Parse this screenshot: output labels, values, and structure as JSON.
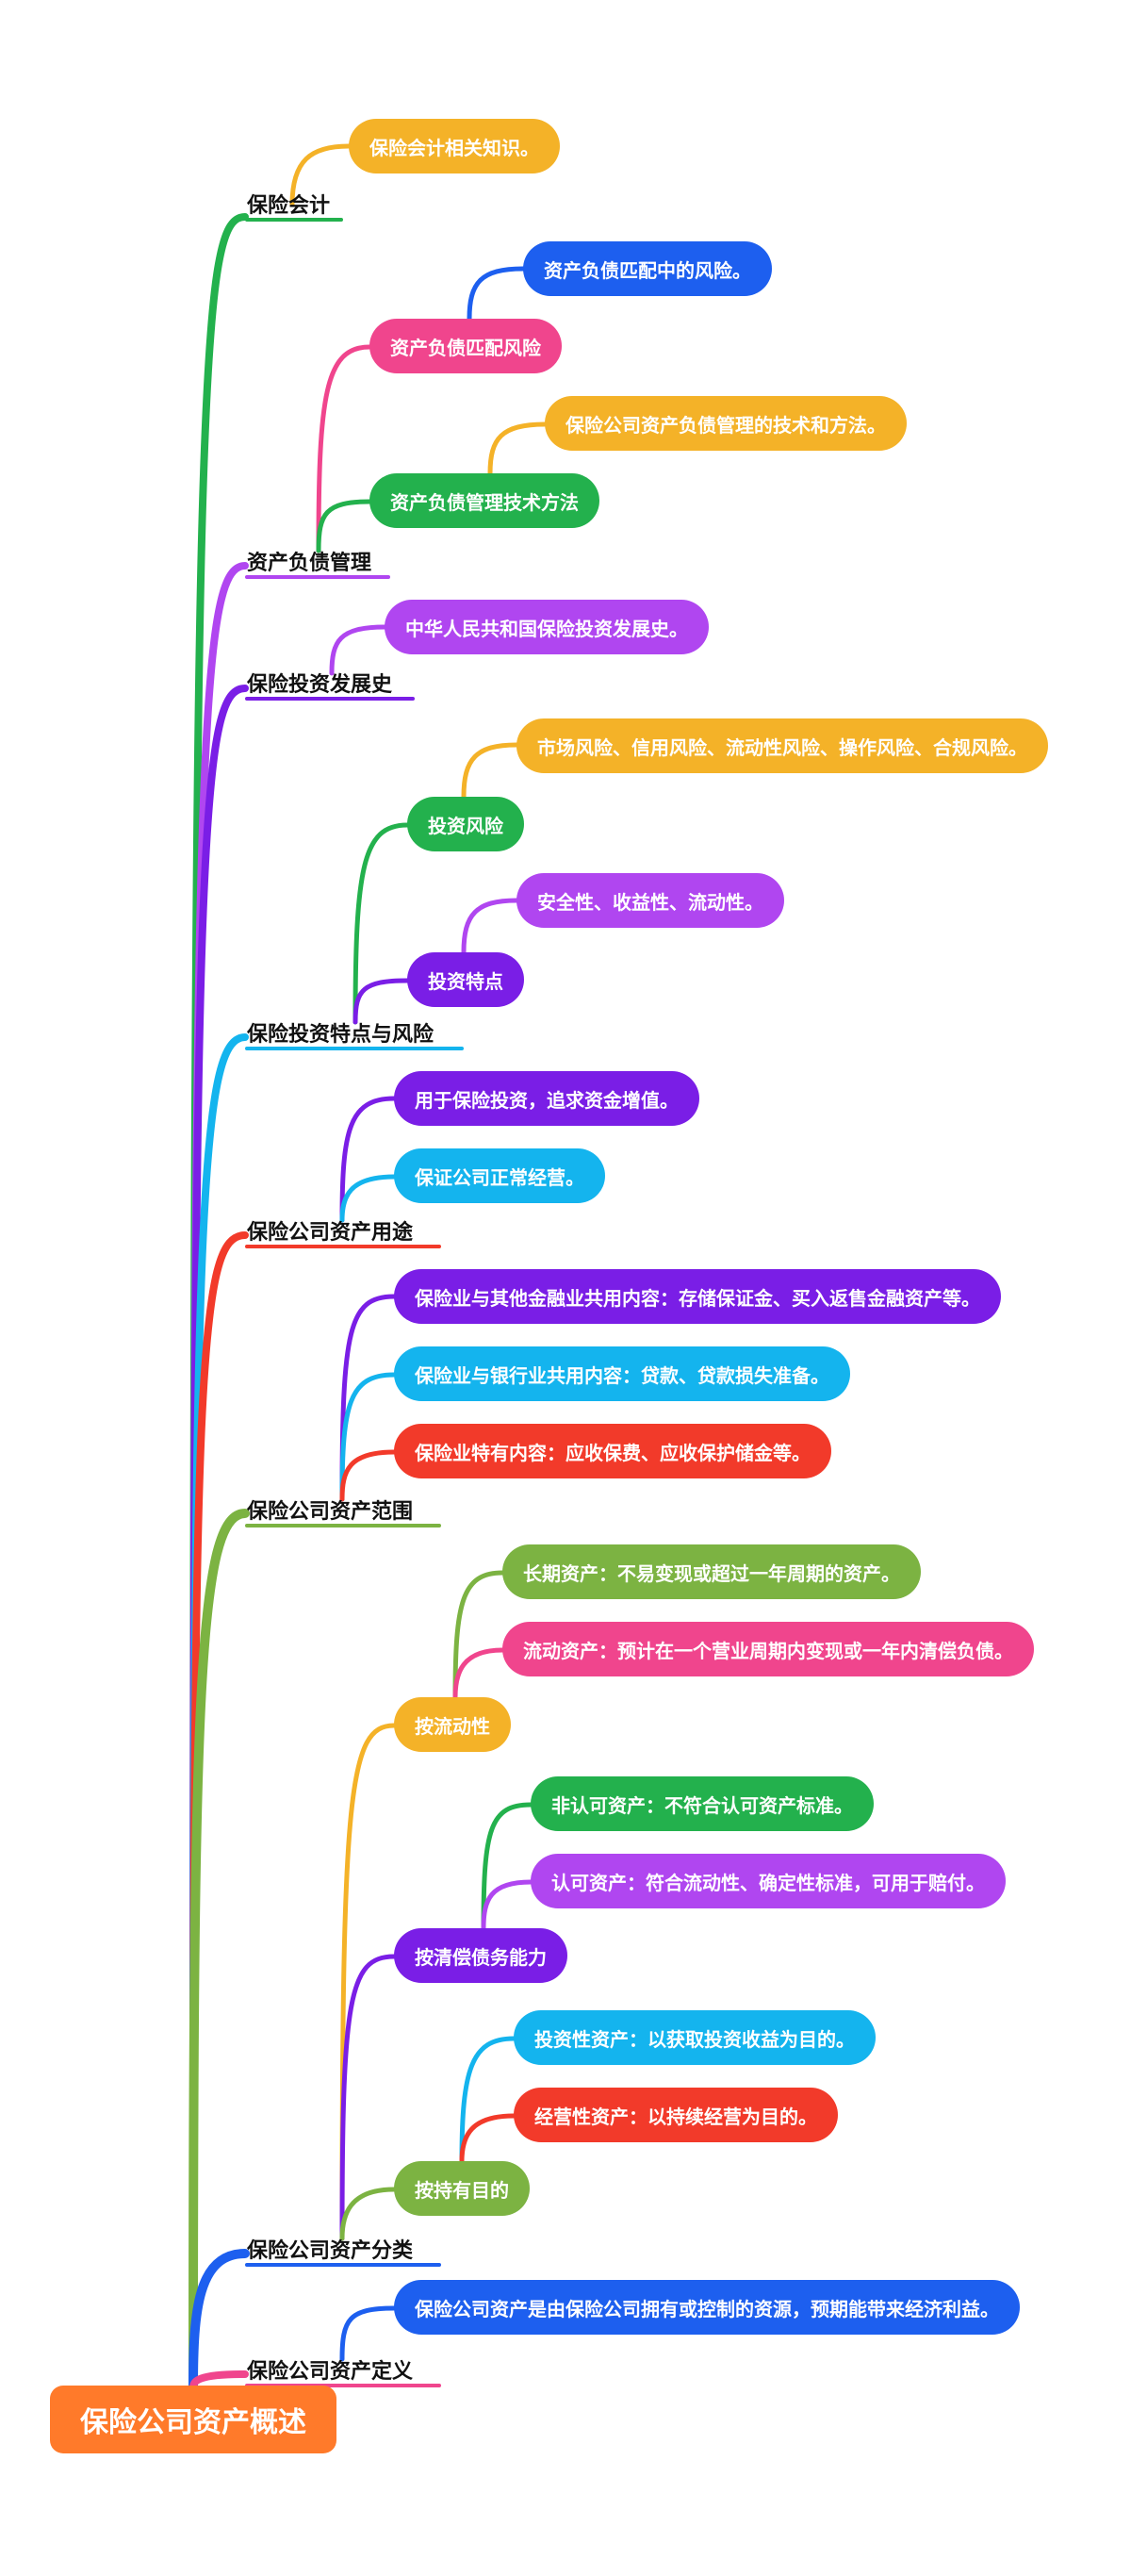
{
  "root": "保险公司资产概述",
  "branches": [
    {
      "title": "保险会计",
      "children": [
        "保险会计相关知识。"
      ]
    },
    {
      "title": "资产负债管理",
      "children": [
        {
          "label": "资产负债匹配风险",
          "children": [
            "资产负债匹配中的风险。"
          ]
        },
        {
          "label": "资产负债管理技术方法",
          "children": [
            "保险公司资产负债管理的技术和方法。"
          ]
        }
      ]
    },
    {
      "title": "保险投资发展史",
      "children": [
        "中华人民共和国保险投资发展史。"
      ]
    },
    {
      "title": "保险投资特点与风险",
      "children": [
        {
          "label": "投资风险",
          "children": [
            "市场风险、信用风险、流动性风险、操作风险、合规风险。"
          ]
        },
        {
          "label": "投资特点",
          "children": [
            "安全性、收益性、流动性。"
          ]
        }
      ]
    },
    {
      "title": "保险公司资产用途",
      "children": [
        "用于保险投资，追求资金增值。",
        "保证公司正常经营。"
      ]
    },
    {
      "title": "保险公司资产范围",
      "children": [
        "保险业与其他金融业共用内容：存储保证金、买入返售金融资产等。",
        "保险业与银行业共用内容：贷款、贷款损失准备。",
        "保险业特有内容：应收保费、应收保护储金等。"
      ]
    },
    {
      "title": "保险公司资产分类",
      "children": [
        {
          "label": "按流动性",
          "children": [
            "长期资产：不易变现或超过一年周期的资产。",
            "流动资产：预计在一个营业周期内变现或一年内清偿负债。"
          ]
        },
        {
          "label": "按清偿债务能力",
          "children": [
            "非认可资产：不符合认可资产标准。",
            "认可资产：符合流动性、确定性标准，可用于赔付。"
          ]
        },
        {
          "label": "按持有目的",
          "children": [
            "投资性资产：以获取投资收益为目的。",
            "经营性资产：以持续经营为目的。"
          ]
        }
      ]
    },
    {
      "title": "保险公司资产定义",
      "children": [
        "保险公司资产是由保险公司拥有或控制的资源，预期能带来经济利益。"
      ]
    }
  ],
  "colors": {
    "orange": "#f4b228",
    "green": "#23b14d",
    "pink": "#f0458d",
    "blue": "#1d5fef",
    "purple": "#b046f0",
    "violet": "#7a1ee6",
    "cyan": "#14b4ee",
    "red": "#f23a2a",
    "olive": "#7cb342",
    "root": "#ff7a2a"
  }
}
